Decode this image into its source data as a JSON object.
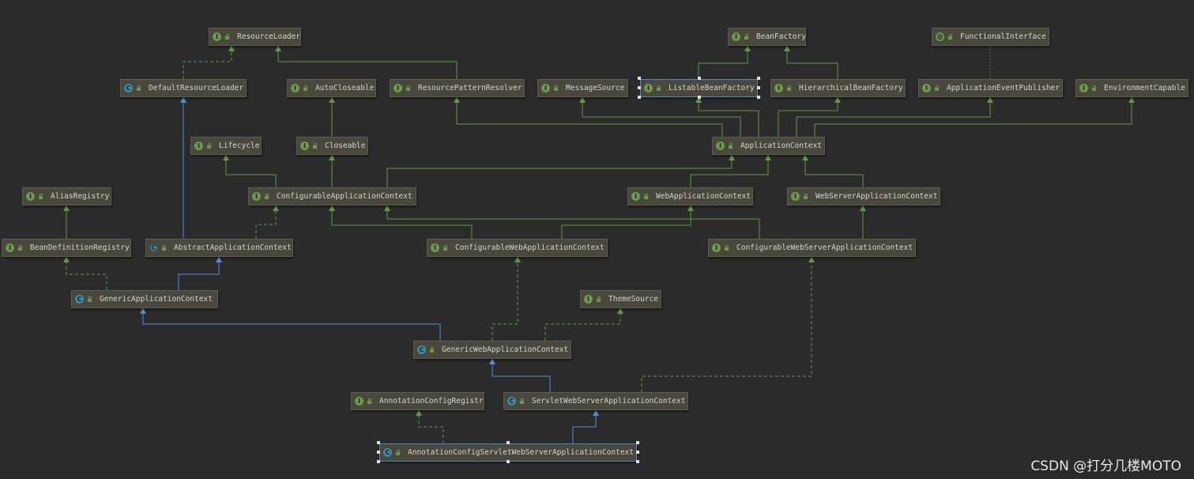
{
  "diagram": {
    "nodes": [
      {
        "id": "ResourceLoader",
        "label": "ResourceLoader",
        "kind": "interface"
      },
      {
        "id": "BeanFactory",
        "label": "BeanFactory",
        "kind": "interface"
      },
      {
        "id": "FunctionalInterface",
        "label": "FunctionalInterface",
        "kind": "annotation"
      },
      {
        "id": "DefaultResourceLoader",
        "label": "DefaultResourceLoader",
        "kind": "class"
      },
      {
        "id": "AutoCloseable",
        "label": "AutoCloseable",
        "kind": "interface"
      },
      {
        "id": "ResourcePatternResolver",
        "label": "ResourcePatternResolver",
        "kind": "interface"
      },
      {
        "id": "MessageSource",
        "label": "MessageSource",
        "kind": "interface"
      },
      {
        "id": "ListableBeanFactory",
        "label": "ListableBeanFactory",
        "kind": "interface",
        "selected": true
      },
      {
        "id": "HierarchicalBeanFactory",
        "label": "HierarchicalBeanFactory",
        "kind": "interface"
      },
      {
        "id": "ApplicationEventPublisher",
        "label": "ApplicationEventPublisher",
        "kind": "interface"
      },
      {
        "id": "EnvironmentCapable",
        "label": "EnvironmentCapable",
        "kind": "interface"
      },
      {
        "id": "Lifecycle",
        "label": "Lifecycle",
        "kind": "interface"
      },
      {
        "id": "Closeable",
        "label": "Closeable",
        "kind": "interface"
      },
      {
        "id": "ApplicationContext",
        "label": "ApplicationContext",
        "kind": "interface"
      },
      {
        "id": "AliasRegistry",
        "label": "AliasRegistry",
        "kind": "interface"
      },
      {
        "id": "ConfigurableApplicationContext",
        "label": "ConfigurableApplicationContext",
        "kind": "interface"
      },
      {
        "id": "WebApplicationContext",
        "label": "WebApplicationContext",
        "kind": "interface"
      },
      {
        "id": "WebServerApplicationContext",
        "label": "WebServerApplicationContext",
        "kind": "interface"
      },
      {
        "id": "BeanDefinitionRegistry",
        "label": "BeanDefinitionRegistry",
        "kind": "interface"
      },
      {
        "id": "AbstractApplicationContext",
        "label": "AbstractApplicationContext",
        "kind": "abstract"
      },
      {
        "id": "ConfigurableWebApplicationContext",
        "label": "ConfigurableWebApplicationContext",
        "kind": "interface"
      },
      {
        "id": "ConfigurableWebServerApplicationContext",
        "label": "ConfigurableWebServerApplicationContext",
        "kind": "interface"
      },
      {
        "id": "GenericApplicationContext",
        "label": "GenericApplicationContext",
        "kind": "class"
      },
      {
        "id": "ThemeSource",
        "label": "ThemeSource",
        "kind": "interface"
      },
      {
        "id": "GenericWebApplicationContext",
        "label": "GenericWebApplicationContext",
        "kind": "class"
      },
      {
        "id": "AnnotationConfigRegistry",
        "label": "AnnotationConfigRegistry",
        "kind": "interface"
      },
      {
        "id": "ServletWebServerApplicationContext",
        "label": "ServletWebServerApplicationContext",
        "kind": "class"
      },
      {
        "id": "AnnotationConfigServletWebServerApplicationContext",
        "label": "AnnotationConfigServletWebServerApplicationContext",
        "kind": "class",
        "selected": true
      }
    ],
    "edges": [
      {
        "from": "DefaultResourceLoader",
        "to": "ResourceLoader",
        "type": "implements"
      },
      {
        "from": "ResourcePatternResolver",
        "to": "ResourceLoader",
        "type": "extends-interface"
      },
      {
        "from": "ListableBeanFactory",
        "to": "BeanFactory",
        "type": "extends-interface"
      },
      {
        "from": "HierarchicalBeanFactory",
        "to": "BeanFactory",
        "type": "extends-interface"
      },
      {
        "from": "ApplicationEventPublisher",
        "to": "FunctionalInterface",
        "type": "annotated"
      },
      {
        "from": "Closeable",
        "to": "AutoCloseable",
        "type": "extends-interface"
      },
      {
        "from": "ApplicationContext",
        "to": "ResourcePatternResolver",
        "type": "extends-interface"
      },
      {
        "from": "ApplicationContext",
        "to": "MessageSource",
        "type": "extends-interface"
      },
      {
        "from": "ApplicationContext",
        "to": "ListableBeanFactory",
        "type": "extends-interface"
      },
      {
        "from": "ApplicationContext",
        "to": "HierarchicalBeanFactory",
        "type": "extends-interface"
      },
      {
        "from": "ApplicationContext",
        "to": "ApplicationEventPublisher",
        "type": "extends-interface"
      },
      {
        "from": "ApplicationContext",
        "to": "EnvironmentCapable",
        "type": "extends-interface"
      },
      {
        "from": "ConfigurableApplicationContext",
        "to": "Lifecycle",
        "type": "extends-interface"
      },
      {
        "from": "ConfigurableApplicationContext",
        "to": "Closeable",
        "type": "extends-interface"
      },
      {
        "from": "ConfigurableApplicationContext",
        "to": "ApplicationContext",
        "type": "extends-interface"
      },
      {
        "from": "WebApplicationContext",
        "to": "ApplicationContext",
        "type": "extends-interface"
      },
      {
        "from": "WebServerApplicationContext",
        "to": "ApplicationContext",
        "type": "extends-interface"
      },
      {
        "from": "BeanDefinitionRegistry",
        "to": "AliasRegistry",
        "type": "extends-interface"
      },
      {
        "from": "AbstractApplicationContext",
        "to": "DefaultResourceLoader",
        "type": "extends-class"
      },
      {
        "from": "AbstractApplicationContext",
        "to": "ConfigurableApplicationContext",
        "type": "implements"
      },
      {
        "from": "ConfigurableWebApplicationContext",
        "to": "ConfigurableApplicationContext",
        "type": "extends-interface"
      },
      {
        "from": "ConfigurableWebApplicationContext",
        "to": "WebApplicationContext",
        "type": "extends-interface"
      },
      {
        "from": "ConfigurableWebServerApplicationContext",
        "to": "ConfigurableApplicationContext",
        "type": "extends-interface"
      },
      {
        "from": "ConfigurableWebServerApplicationContext",
        "to": "WebServerApplicationContext",
        "type": "extends-interface"
      },
      {
        "from": "GenericApplicationContext",
        "to": "BeanDefinitionRegistry",
        "type": "implements"
      },
      {
        "from": "GenericApplicationContext",
        "to": "AbstractApplicationContext",
        "type": "extends-class"
      },
      {
        "from": "GenericWebApplicationContext",
        "to": "GenericApplicationContext",
        "type": "extends-class"
      },
      {
        "from": "GenericWebApplicationContext",
        "to": "ConfigurableWebApplicationContext",
        "type": "implements"
      },
      {
        "from": "GenericWebApplicationContext",
        "to": "ThemeSource",
        "type": "implements"
      },
      {
        "from": "ServletWebServerApplicationContext",
        "to": "GenericWebApplicationContext",
        "type": "extends-class"
      },
      {
        "from": "ServletWebServerApplicationContext",
        "to": "ConfigurableWebServerApplicationContext",
        "type": "implements"
      },
      {
        "from": "AnnotationConfigServletWebServerApplicationContext",
        "to": "AnnotationConfigRegistry",
        "type": "implements"
      },
      {
        "from": "AnnotationConfigServletWebServerApplicationContext",
        "to": "ServletWebServerApplicationContext",
        "type": "extends-class"
      }
    ],
    "colors": {
      "background": "#2b2b2b",
      "node_fill": "#4a473d",
      "interface_edge": "#5f9a46",
      "class_edge": "#4f8fd9",
      "annotation_edge": "#6b6b45",
      "selection": "#4a88c7"
    }
  },
  "watermark": "CSDN @打分几楼MOTO"
}
